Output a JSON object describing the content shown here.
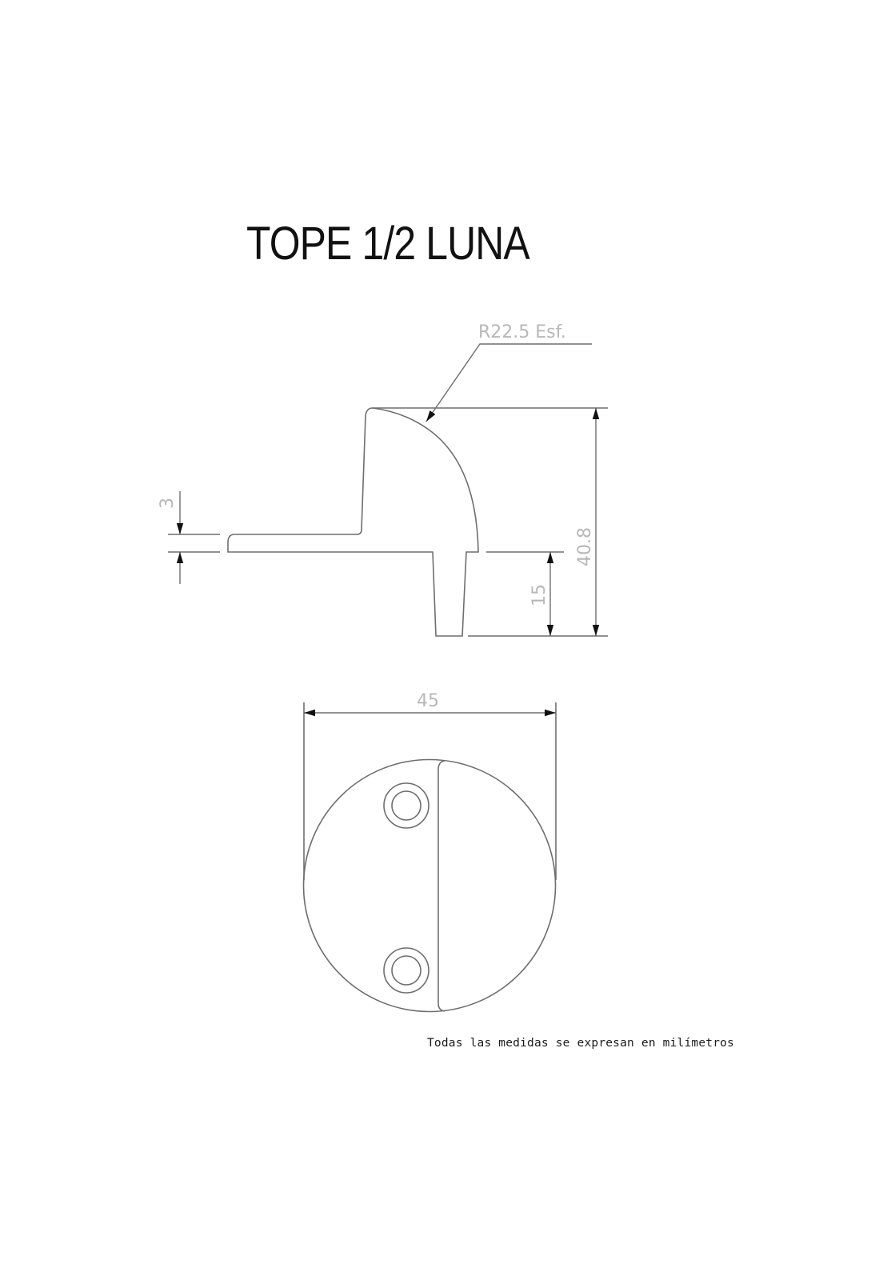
{
  "title": "TOPE 1/2 LUNA",
  "side_view": {
    "radius_label": "R22.5 Esf.",
    "dim_height_total": "40.8",
    "dim_pin_height": "15",
    "dim_lip_thickness": "3"
  },
  "top_view": {
    "dim_diameter": "45",
    "screw_holes": 2
  },
  "footnote": "Todas las medidas se expresan en milímetros",
  "colors": {
    "outline": "#6e6e6e",
    "dimension_text": "#b8b8b8",
    "arrow": "#111111",
    "title": "#111111"
  }
}
